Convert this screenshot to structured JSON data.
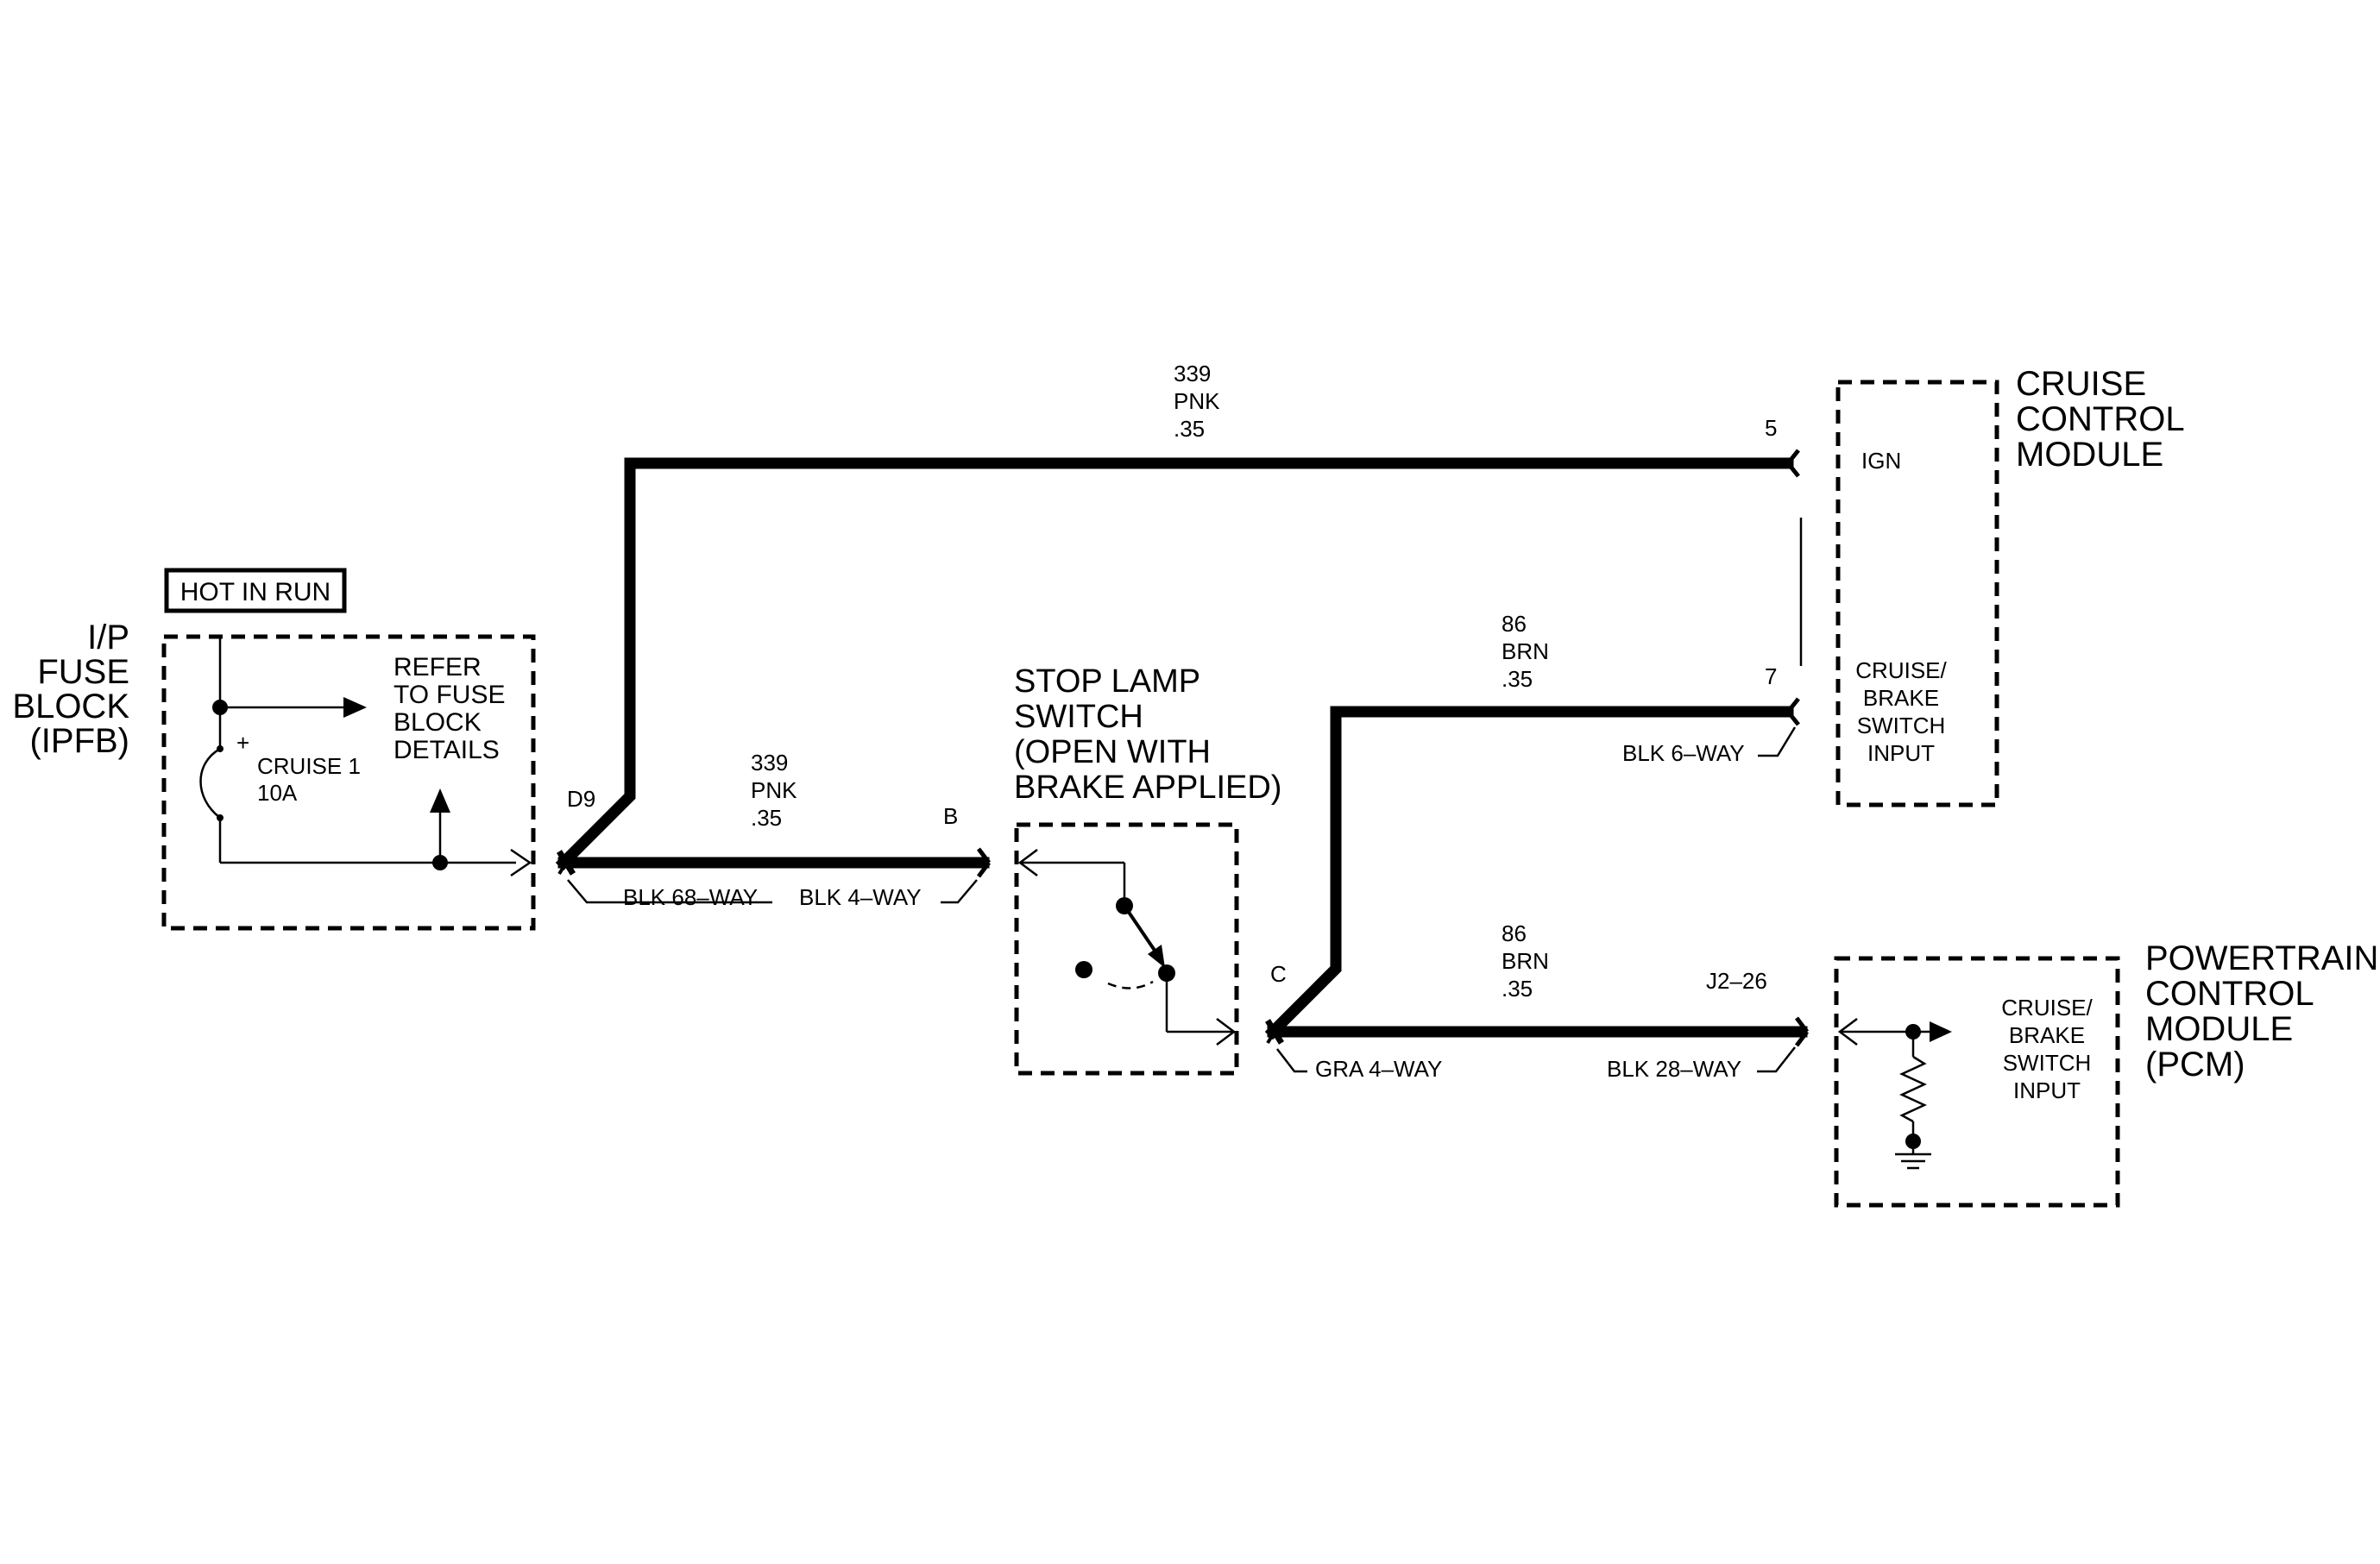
{
  "fuse_block": {
    "title_lines": [
      "I/P",
      "FUSE",
      "BLOCK",
      "(IPFB)"
    ],
    "hot_label": "HOT IN RUN",
    "fuse_plus": "+",
    "fuse_name": "CRUISE 1",
    "fuse_rating": "10A",
    "refer_lines": [
      "REFER",
      "TO FUSE",
      "BLOCK",
      "DETAILS"
    ]
  },
  "stop_lamp_switch": {
    "title_lines": [
      "STOP LAMP",
      "SWITCH",
      "(OPEN WITH",
      "BRAKE APPLIED)"
    ]
  },
  "cruise_module": {
    "title_lines": [
      "CRUISE",
      "CONTROL",
      "MODULE"
    ],
    "ign_label": "IGN",
    "input_lines": [
      "CRUISE/",
      "BRAKE",
      "SWITCH",
      "INPUT"
    ]
  },
  "pcm": {
    "title_lines": [
      "POWERTRAIN",
      "CONTROL",
      "MODULE",
      "(PCM)"
    ],
    "input_lines": [
      "CRUISE/",
      "BRAKE",
      "SWITCH",
      "INPUT"
    ]
  },
  "wires": {
    "top_339": [
      "339",
      "PNK",
      ".35"
    ],
    "low_339": [
      "339",
      "PNK",
      ".35"
    ],
    "upper_86": [
      "86",
      "BRN",
      ".35"
    ],
    "lower_86": [
      "86",
      "BRN",
      ".35"
    ]
  },
  "pins": {
    "d9": "D9",
    "b": "B",
    "c": "C",
    "p5": "5",
    "p7": "7",
    "j2": "J2–26"
  },
  "connectors": {
    "blk68": "BLK 68–WAY",
    "blk4": "BLK 4–WAY",
    "blk6": "BLK 6–WAY",
    "gra4": "GRA 4–WAY",
    "blk28": "BLK 28–WAY"
  }
}
